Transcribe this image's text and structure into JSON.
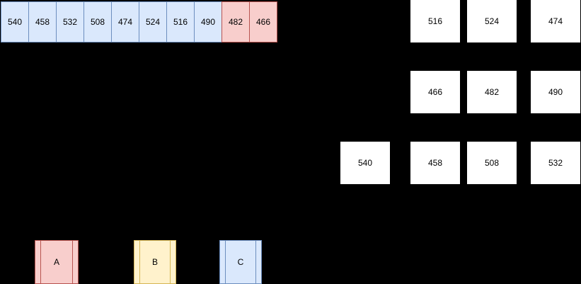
{
  "scene": {
    "background": "#000000",
    "text_color": "#000000"
  },
  "palette": {
    "blue": {
      "fill": "#dae8fc",
      "border": "#6c8ebf"
    },
    "red": {
      "fill": "#f8cecc",
      "border": "#b85450"
    },
    "yellow": {
      "fill": "#fff2cc",
      "border": "#d6b656"
    },
    "white": {
      "fill": "#ffffff",
      "border": "#000000"
    }
  },
  "array_strip": {
    "cells": [
      {
        "value": "540",
        "color": "blue"
      },
      {
        "value": "458",
        "color": "blue"
      },
      {
        "value": "532",
        "color": "blue"
      },
      {
        "value": "508",
        "color": "blue"
      },
      {
        "value": "474",
        "color": "blue"
      },
      {
        "value": "524",
        "color": "blue"
      },
      {
        "value": "516",
        "color": "blue"
      },
      {
        "value": "490",
        "color": "blue"
      },
      {
        "value": "482",
        "color": "red"
      },
      {
        "value": "466",
        "color": "red"
      }
    ]
  },
  "scatter_grid": {
    "rows": [
      {
        "cells": [
          {
            "value": "516",
            "col": 1
          },
          {
            "value": "524",
            "col": 2
          },
          {
            "value": "474",
            "col": 3
          }
        ]
      },
      {
        "cells": [
          {
            "value": "466",
            "col": 1
          },
          {
            "value": "482",
            "col": 2
          },
          {
            "value": "490",
            "col": 3
          }
        ]
      },
      {
        "cells": [
          {
            "value": "540",
            "col": 0
          },
          {
            "value": "458",
            "col": 1
          },
          {
            "value": "508",
            "col": 2
          },
          {
            "value": "532",
            "col": 3
          }
        ]
      }
    ]
  },
  "buckets": [
    {
      "label": "A",
      "color": "red"
    },
    {
      "label": "B",
      "color": "yellow"
    },
    {
      "label": "C",
      "color": "blue"
    }
  ]
}
